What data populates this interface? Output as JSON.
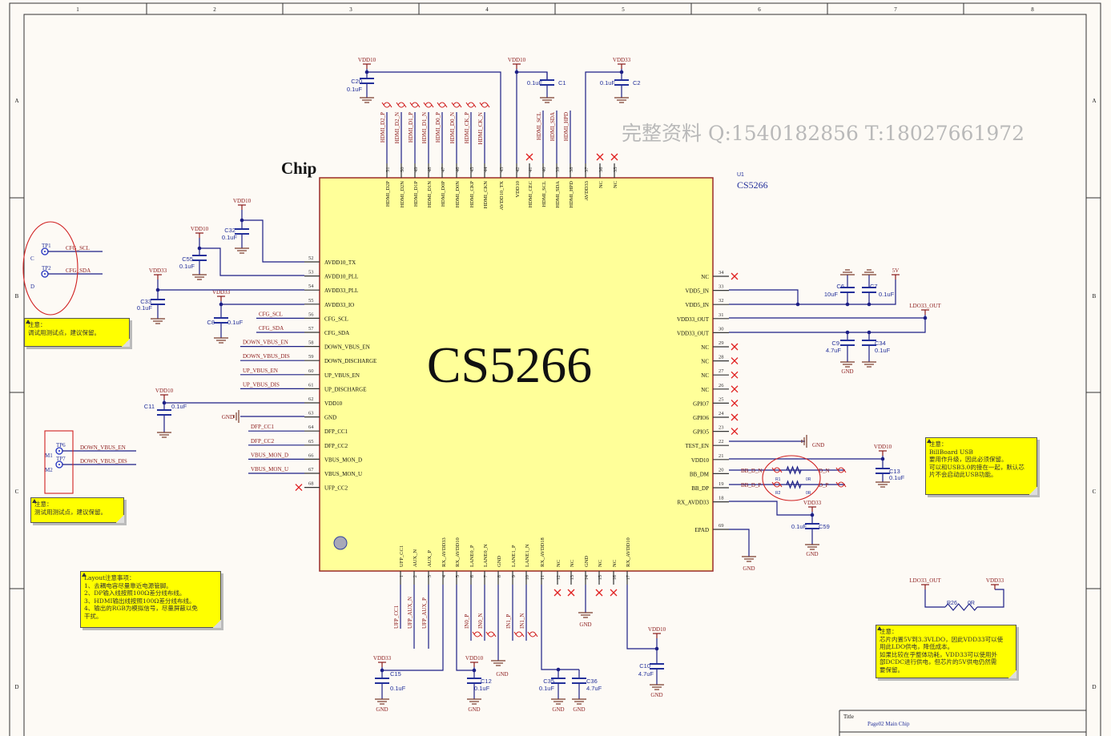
{
  "sheet": {
    "columns": [
      "1",
      "2",
      "3",
      "4",
      "5",
      "6",
      "7",
      "8"
    ],
    "rows": [
      "A",
      "B",
      "C",
      "D"
    ],
    "title_label": "Title",
    "title": "Page02 Main Chip"
  },
  "watermark": "完整资料 Q:1540182856 T:18027661972",
  "heading": "Chip",
  "chip": {
    "designator": "U1",
    "part": "CS5266",
    "center_label": "CS5266",
    "fill": "#ffff99",
    "top_pins": [
      {
        "num": "51",
        "name": "HDMI_D2P",
        "net": "HDMI_D2_P"
      },
      {
        "num": "50",
        "name": "HDMI_D2N",
        "net": "HDMI_D2_N"
      },
      {
        "num": "49",
        "name": "HDMI_D1P",
        "net": "HDMI_D1_P"
      },
      {
        "num": "48",
        "name": "HDMI_D1N",
        "net": "HDMI_D1_N"
      },
      {
        "num": "47",
        "name": "HDMI_D0P",
        "net": "HDMI_D0_P"
      },
      {
        "num": "46",
        "name": "HDMI_D0N",
        "net": "HDMI_D0_N"
      },
      {
        "num": "45",
        "name": "HDMI_CKP",
        "net": "HDMI_CK_P"
      },
      {
        "num": "44",
        "name": "HDMI_CKN",
        "net": "HDMI_CK_N"
      },
      {
        "num": "43",
        "name": "AVDD10_TX"
      },
      {
        "num": "42",
        "name": "VDD10"
      },
      {
        "num": "41",
        "name": "HDMI_CEC",
        "nc": true
      },
      {
        "num": "40",
        "name": "HDMI_SCL",
        "net": "HDMI_SCL"
      },
      {
        "num": "39",
        "name": "HDMI_SDA",
        "net": "HDMI_SDA"
      },
      {
        "num": "38",
        "name": "HDMI_HPD",
        "net": "HDMI_HPD"
      },
      {
        "num": "37",
        "name": "AVDD33"
      },
      {
        "num": "36",
        "name": "NC",
        "nc": true
      },
      {
        "num": "35",
        "name": "NC",
        "nc": true
      }
    ],
    "left_pins": [
      {
        "num": "52",
        "name": "AVDD10_TX"
      },
      {
        "num": "53",
        "name": "AVDD10_PLL"
      },
      {
        "num": "54",
        "name": "AVDD33_PLL"
      },
      {
        "num": "55",
        "name": "AVDD33_IO"
      },
      {
        "num": "56",
        "name": "CFG_SCL",
        "net": "CFG_SCL"
      },
      {
        "num": "57",
        "name": "CFG_SDA",
        "net": "CFG_SDA"
      },
      {
        "num": "58",
        "name": "DOWN_VBUS_EN",
        "net": "DOWN_VBUS_EN"
      },
      {
        "num": "59",
        "name": "DOWN_DISCHARGE",
        "net": "DOWN_VBUS_DIS"
      },
      {
        "num": "60",
        "name": "UP_VBUS_EN",
        "net": "UP_VBUS_EN"
      },
      {
        "num": "61",
        "name": "UP_DISCHARGE",
        "net": "UP_VBUS_DIS"
      },
      {
        "num": "62",
        "name": "VDD10"
      },
      {
        "num": "63",
        "name": "GND"
      },
      {
        "num": "64",
        "name": "DFP_CC1",
        "net": "DFP_CC1"
      },
      {
        "num": "65",
        "name": "DFP_CC2",
        "net": "DFP_CC2"
      },
      {
        "num": "66",
        "name": "VBUS_MON_D",
        "net": "VBUS_MON_D"
      },
      {
        "num": "67",
        "name": "VBUS_MON_U",
        "net": "VBUS_MON_U"
      },
      {
        "num": "68",
        "name": "UFP_CC2",
        "nc": true
      }
    ],
    "right_pins": [
      {
        "num": "34",
        "name": "NC",
        "nc": true
      },
      {
        "num": "33",
        "name": "VDD5_IN"
      },
      {
        "num": "32",
        "name": "VDD5_IN"
      },
      {
        "num": "31",
        "name": "VDD33_OUT"
      },
      {
        "num": "30",
        "name": "VDD33_OUT"
      },
      {
        "num": "29",
        "name": "NC",
        "nc": true
      },
      {
        "num": "28",
        "name": "NC",
        "nc": true
      },
      {
        "num": "27",
        "name": "NC",
        "nc": true
      },
      {
        "num": "26",
        "name": "NC",
        "nc": true
      },
      {
        "num": "25",
        "name": "GPIO7",
        "nc": true
      },
      {
        "num": "24",
        "name": "GPIO6",
        "nc": true
      },
      {
        "num": "23",
        "name": "GPIO5",
        "nc": true
      },
      {
        "num": "22",
        "name": "TEST_EN"
      },
      {
        "num": "21",
        "name": "VDD10"
      },
      {
        "num": "20",
        "name": "BB_DM",
        "net": "BB_D_N"
      },
      {
        "num": "19",
        "name": "BB_DP",
        "net": "BB_D_P"
      },
      {
        "num": "18",
        "name": "RX_AVDD33"
      },
      {
        "num": "69",
        "name": "EPAD"
      }
    ],
    "bottom_pins": [
      {
        "num": "1",
        "name": "UFP_CC1",
        "net": "UFP_CC1"
      },
      {
        "num": "2",
        "name": "AUX_N",
        "net": "UFP_AUX_N"
      },
      {
        "num": "3",
        "name": "AUX_P",
        "net": "UFP_AUX_P"
      },
      {
        "num": "4",
        "name": "RX_AVDD33"
      },
      {
        "num": "5",
        "name": "RX_AVDD10"
      },
      {
        "num": "6",
        "name": "LANE0_P",
        "net": "IN0_P"
      },
      {
        "num": "7",
        "name": "LANE0_N",
        "net": "IN0_N"
      },
      {
        "num": "8",
        "name": "GND"
      },
      {
        "num": "9",
        "name": "LANE1_P",
        "net": "IN1_P"
      },
      {
        "num": "10",
        "name": "LANE1_N",
        "net": "IN1_N"
      },
      {
        "num": "11",
        "name": "RX_AVDD18"
      },
      {
        "num": "12",
        "name": "NC",
        "nc": true
      },
      {
        "num": "13",
        "name": "NC",
        "nc": true
      },
      {
        "num": "14",
        "name": "GND"
      },
      {
        "num": "15",
        "name": "NC",
        "nc": true
      },
      {
        "num": "16",
        "name": "NC",
        "nc": true
      },
      {
        "num": "17",
        "name": "RX_AVDD10"
      }
    ]
  },
  "capacitors": [
    {
      "ref": "C20",
      "value": "0.1uF"
    },
    {
      "ref": "C1",
      "value": "0.1uF"
    },
    {
      "ref": "C2",
      "value": "0.1uF"
    },
    {
      "ref": "C32",
      "value": "0.1uF"
    },
    {
      "ref": "C55",
      "value": "0.1uF"
    },
    {
      "ref": "C33",
      "value": "0.1uF"
    },
    {
      "ref": "C8",
      "value": "0.1uF"
    },
    {
      "ref": "C11",
      "value": "0.1uF"
    },
    {
      "ref": "C6",
      "value": "10uF"
    },
    {
      "ref": "C7",
      "value": "0.1uF"
    },
    {
      "ref": "C9",
      "value": "4.7uF"
    },
    {
      "ref": "C34",
      "value": "0.1uF"
    },
    {
      "ref": "C13",
      "value": "0.1uF"
    },
    {
      "ref": "C59",
      "value": "0.1uF"
    },
    {
      "ref": "C15",
      "value": "0.1uF"
    },
    {
      "ref": "C12",
      "value": "0.1uF"
    },
    {
      "ref": "C35",
      "value": "0.1uF"
    },
    {
      "ref": "C36",
      "value": "4.7uF"
    },
    {
      "ref": "C10",
      "value": "4.7uF"
    }
  ],
  "resistors": [
    {
      "ref": "R1",
      "value": "0R"
    },
    {
      "ref": "R2",
      "value": "0R"
    },
    {
      "ref": "R26",
      "value": "0R"
    }
  ],
  "power_ports": [
    "VDD10",
    "VDD10",
    "VDD33",
    "VDD10",
    "VDD10",
    "VDD33",
    "VDD33",
    "VDD10",
    "5V",
    "LDO33_OUT",
    "VDD10",
    "VDD33",
    "VDD33",
    "VDD10",
    "VDD10",
    "LDO33_OUT",
    "VDD33"
  ],
  "ground_labels": [
    "GND",
    "GND",
    "GND",
    "GND",
    "GND",
    "GND",
    "GND",
    "GND",
    "GND",
    "GND",
    "GND",
    "GND"
  ],
  "usb_nets": {
    "dn": "D_N",
    "dp": "D_P"
  },
  "test_points": [
    {
      "ref": "TP1",
      "net": "CFG_SCL",
      "tag": "C"
    },
    {
      "ref": "TP2",
      "net": "CFG_SDA",
      "tag": "D"
    },
    {
      "ref": "TP6",
      "net": "DOWN_VBUS_EN",
      "tag": "M1"
    },
    {
      "ref": "TP7",
      "net": "DOWN_VBUS_DIS",
      "tag": "M2"
    }
  ],
  "notes": [
    {
      "lines": [
        "注意：",
        "调试用测试点，建议保留。"
      ]
    },
    {
      "lines": [
        "注意：",
        "测试用测试点，建议保留。"
      ]
    },
    {
      "lines": [
        "Layout注意事项：",
        "1、去耦电容尽量靠近电源管脚。",
        "2、DP输入线按照100Ω差分线布线。",
        "3、HDMI输出线按照100Ω差分线布线。",
        "4、输出的RGB为模拟信号，尽量屏蔽以免",
        "干扰。"
      ]
    },
    {
      "lines": [
        "注意：",
        "BillBoard USB",
        "要用作升级，因此必须保留。",
        "可以和USB3.0的接在一起，默认芯",
        "片不会启动此USB功能。"
      ]
    },
    {
      "lines": [
        "注意：",
        "芯片内置5V到3.3VLDO，因此VDD33可以使",
        "用此LDO供电，降低成本。",
        "如果比较在乎整体功耗，VDD33可以使用外",
        "部DCDC进行供电，但芯片的5V供电仍然需",
        "要保留。"
      ]
    }
  ],
  "colors": {
    "wire": "#1c1f86",
    "net_label": "#8b1a1a",
    "component_label": "#23309a",
    "nc_mark": "#e02020",
    "highlight": "#d02020",
    "note": "#ffff00"
  }
}
